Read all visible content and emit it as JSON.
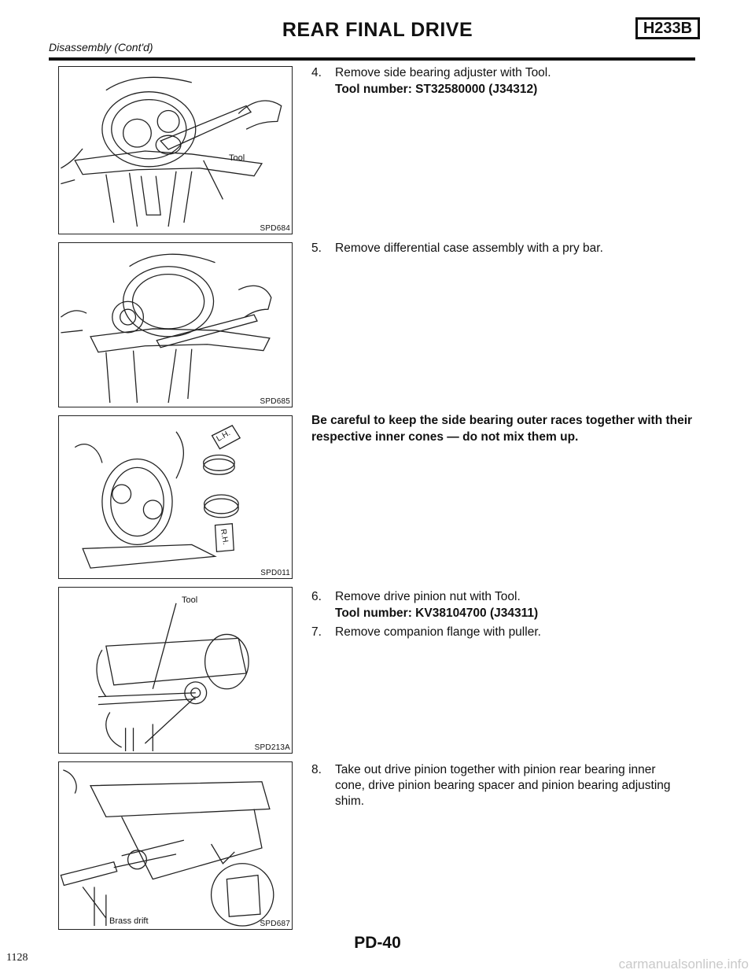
{
  "header": {
    "title": "REAR FINAL DRIVE",
    "subtitle": "Disassembly (Cont'd)",
    "model_code": "H233B"
  },
  "figures": [
    {
      "code": "SPD684",
      "callout": "Tool"
    },
    {
      "code": "SPD685"
    },
    {
      "code": "SPD011",
      "markings": [
        "L.H.",
        "R.H."
      ]
    },
    {
      "code": "SPD213A",
      "callout": "Tool"
    },
    {
      "code": "SPD687",
      "callout": "Brass drift"
    }
  ],
  "steps": {
    "s4": {
      "num": "4.",
      "text": "Remove side bearing adjuster with Tool.",
      "tool": "Tool number: ST32580000 (J34312)"
    },
    "s5": {
      "num": "5.",
      "text": "Remove differential case assembly with a pry bar."
    },
    "caution": "Be careful to keep the side bearing outer races together with their respective inner cones — do not mix them up.",
    "s6": {
      "num": "6.",
      "text": "Remove drive pinion nut with Tool.",
      "tool": "Tool number: KV38104700 (J34311)"
    },
    "s7": {
      "num": "7.",
      "text": "Remove companion flange with puller."
    },
    "s8": {
      "num": "8.",
      "line1": "Take out drive pinion together with pinion rear bearing inner",
      "line2": "cone, drive pinion bearing spacer and pinion bearing adjusting",
      "line3": "shim."
    }
  },
  "footer": {
    "page": "PD-40",
    "sheet": "1128",
    "watermark": "carmanualsonline.info"
  }
}
